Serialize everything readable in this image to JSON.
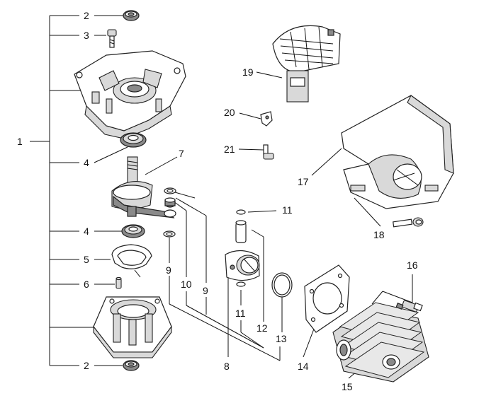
{
  "labels": {
    "l1": "1",
    "l2_top": "2",
    "l3": "3",
    "l4_a": "4",
    "l4_b": "4",
    "l5": "5",
    "l6": "6",
    "l2_bottom": "2",
    "l7": "7",
    "l8": "8",
    "l9_a": "9",
    "l9_b": "9",
    "l10": "10",
    "l11_a": "11",
    "l11_b": "11",
    "l12": "12",
    "l13": "13",
    "l14": "14",
    "l15": "15",
    "l16": "16",
    "l17": "17",
    "l18": "18",
    "l19": "19",
    "l20": "20",
    "l21": "21"
  }
}
